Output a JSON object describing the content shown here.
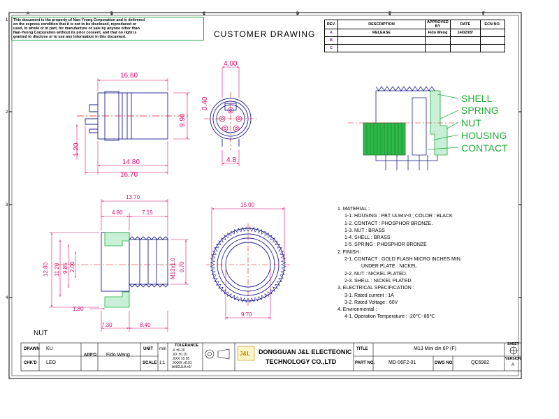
{
  "notice": {
    "lines": [
      "This document is the property of Nan-Yeong Corporation and is delivered",
      "on the express condition that it is not to be disclosed, reproduced or",
      "used, in whole or in part, for manufacture or sale by anyone other than",
      "Nan-Yeong Corporation without its prior consent, and that no right is",
      "granted to disclose or to use any information in this document."
    ]
  },
  "title": "CUSTOMER DRAWING",
  "grid": {
    "columns": [
      "A",
      "B",
      "C",
      "D",
      "E",
      "F"
    ],
    "rows": [
      "1",
      "2",
      "3",
      "4"
    ]
  },
  "revision_table": {
    "headers": [
      "REV.",
      "DESCRIPTION",
      "APPROVED BY",
      "DATE",
      "ECN NO."
    ],
    "rows": [
      {
        "rev": "A",
        "description": "RELEASE",
        "approved_by": "Fido Weng",
        "date": "14/02/09'",
        "ecn": ""
      },
      {
        "rev": "B",
        "description": "",
        "approved_by": "",
        "date": "",
        "ecn": ""
      },
      {
        "rev": "C",
        "description": "",
        "approved_by": "",
        "date": "",
        "ecn": ""
      }
    ]
  },
  "dimensions": {
    "top_length": "16.60",
    "top_total": "16.70",
    "top_body": "14.80",
    "top_pin": "1.20",
    "face_width": "4.00",
    "face_pin": "0.40",
    "face_dia": "9.90",
    "face_bottom": "4.8",
    "nut_total": "13.70",
    "nut_a": "4.80",
    "nut_b": "7.15",
    "nut_h1": "12.80",
    "nut_h2": "11.20",
    "nut_h3": "9.85",
    "nut_h4": "2.00",
    "nut_h5": "9.70",
    "nut_thread": "M13x1.0",
    "nut_step": "1.80",
    "nut_c": "7.30",
    "nut_d": "8.40",
    "round_dia": "15.00",
    "round_inner": "9.70"
  },
  "callouts": [
    "SHELL",
    "SPRING",
    "NUT",
    "HOUSING",
    "CONTACT"
  ],
  "nut_label": "NUT",
  "notes": [
    "1. MATERIAL :",
    "1-1. HOUSING : PBT UL94V-0 ; COLOR : BLACK",
    "1-2. CONTACT : PHOSPHOR BRONZE.",
    "1-3. NUT : BRASS",
    "1-4. SHELL : BRASS",
    "1-5. SPRING : PHOSPHOR BRONZE",
    "2. FINISH :",
    "2-1. CONTACT : GOLD FLASH MICRO INCHES MIN.",
    "UNDER PLATE : NICKEL",
    "2-2. NUT : NICKEL PLATED.",
    "2-3. SHELL : NICKEL PLATED.",
    "3. ELECTRICAL SPECIFICATION :",
    "3-1. Rated current : 1A",
    "3-2. Rated Voltage : 60V",
    "4. Environmental :",
    "4-1. Operation Temperature : -20℃~85℃"
  ],
  "title_block": {
    "drawn_label": "DRAWN",
    "drawn_value": "KU",
    "chkd_label": "CHK'D",
    "chkd_value": "LEO",
    "appd_label": "APP'D",
    "appd_value": "Fido Weng",
    "unit_label": "UNIT",
    "unit_value": "mm",
    "scale_label": "SCALE",
    "scale_value": "1:1",
    "tolerance_label": "TOLERANCE",
    "tolerance_rows": [
      ".X    ±0.20",
      ".XX   ±0.10",
      ".XXX  ±0.05",
      ".XXXX ±0.01",
      "ANGULA ±1°"
    ],
    "logo_text": "J&L",
    "company_line1": "DONGGUAN J&L ELECTEONIC",
    "company_line2": "TECHNOLOGY CO.,LTD",
    "title_label": "TITLE",
    "title_value": "M13 Mini din 6P (F)",
    "part_label": "PART NO.",
    "part_value": "MD-06F2-01",
    "dwg_label": "DWG NO.",
    "dwg_value": "QC6982",
    "sheet_label": "SHEET",
    "version_label": "VERSION",
    "version_value": "A"
  },
  "colors": {
    "outline": "#1f1f8f",
    "dimension": "#d4106f",
    "centerline": "#e01010",
    "green": "#1faa3a",
    "frame": "#000000"
  }
}
